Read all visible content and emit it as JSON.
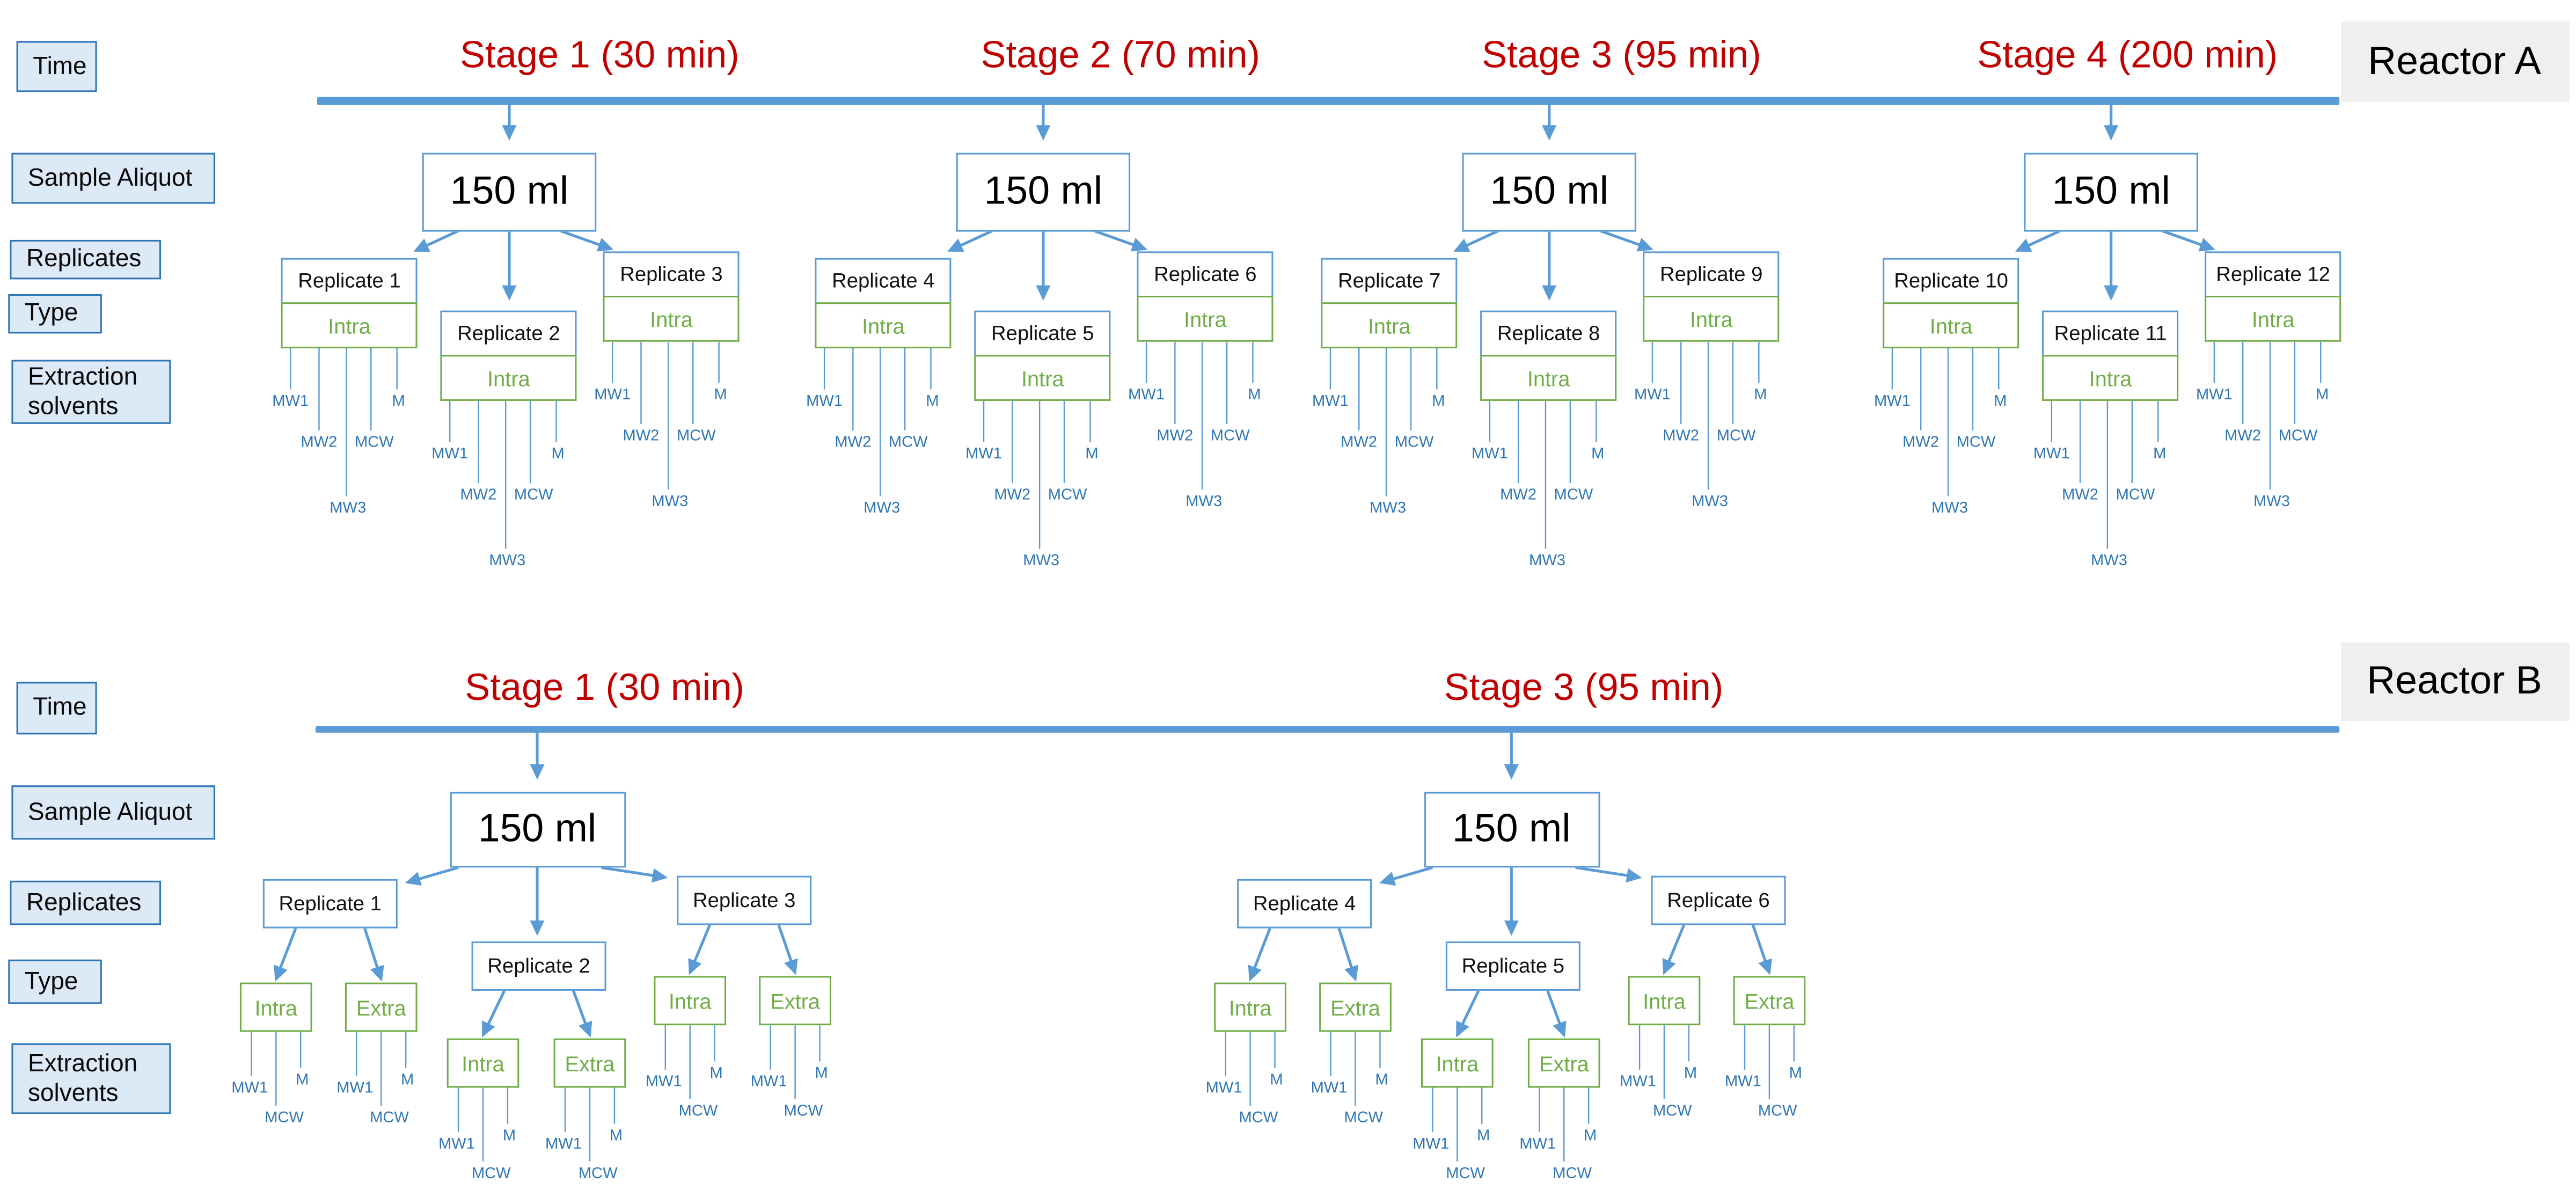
{
  "palette": {
    "accent_blue": "#5B9BD5",
    "dark_blue_border": "#2E75B6",
    "sidebar_fill": "#DCE9F7",
    "green": "#70AD47",
    "stage_red": "#C00000",
    "reactor_tag_fill": "#EFEFEF",
    "text_black": "#000000"
  },
  "sidebar_labels": [
    "Time",
    "Sample Aliquot",
    "Replicates",
    "Type",
    "Extraction solvents"
  ],
  "reactors": [
    {
      "name": "Reactor A",
      "stages": [
        {
          "title": "Stage 1 (30 min)",
          "aliquot": "150 ml",
          "replicates": [
            {
              "name": "Replicate 1",
              "types": [
                {
                  "label": "Intra",
                  "solvents": [
                    "MW1",
                    "MW2",
                    "MW3",
                    "MCW",
                    "M"
                  ]
                }
              ]
            },
            {
              "name": "Replicate 2",
              "types": [
                {
                  "label": "Intra",
                  "solvents": [
                    "MW1",
                    "MW2",
                    "MW3",
                    "MCW",
                    "M"
                  ]
                }
              ]
            },
            {
              "name": "Replicate 3",
              "types": [
                {
                  "label": "Intra",
                  "solvents": [
                    "MW1",
                    "MW2",
                    "MW3",
                    "MCW",
                    "M"
                  ]
                }
              ]
            }
          ]
        },
        {
          "title": "Stage 2 (70 min)",
          "aliquot": "150 ml",
          "replicates": [
            {
              "name": "Replicate 4",
              "types": [
                {
                  "label": "Intra",
                  "solvents": [
                    "MW1",
                    "MW2",
                    "MW3",
                    "MCW",
                    "M"
                  ]
                }
              ]
            },
            {
              "name": "Replicate 5",
              "types": [
                {
                  "label": "Intra",
                  "solvents": [
                    "MW1",
                    "MW2",
                    "MW3",
                    "MCW",
                    "M"
                  ]
                }
              ]
            },
            {
              "name": "Replicate 6",
              "types": [
                {
                  "label": "Intra",
                  "solvents": [
                    "MW1",
                    "MW2",
                    "MW3",
                    "MCW",
                    "M"
                  ]
                }
              ]
            }
          ]
        },
        {
          "title": "Stage 3 (95 min)",
          "aliquot": "150 ml",
          "replicates": [
            {
              "name": "Replicate 7",
              "types": [
                {
                  "label": "Intra",
                  "solvents": [
                    "MW1",
                    "MW2",
                    "MW3",
                    "MCW",
                    "M"
                  ]
                }
              ]
            },
            {
              "name": "Replicate 8",
              "types": [
                {
                  "label": "Intra",
                  "solvents": [
                    "MW1",
                    "MW2",
                    "MW3",
                    "MCW",
                    "M"
                  ]
                }
              ]
            },
            {
              "name": "Replicate 9",
              "types": [
                {
                  "label": "Intra",
                  "solvents": [
                    "MW1",
                    "MW2",
                    "MW3",
                    "MCW",
                    "M"
                  ]
                }
              ]
            }
          ]
        },
        {
          "title": "Stage 4 (200 min)",
          "aliquot": "150 ml",
          "replicates": [
            {
              "name": "Replicate 10",
              "types": [
                {
                  "label": "Intra",
                  "solvents": [
                    "MW1",
                    "MW2",
                    "MW3",
                    "MCW",
                    "M"
                  ]
                }
              ]
            },
            {
              "name": "Replicate 11",
              "types": [
                {
                  "label": "Intra",
                  "solvents": [
                    "MW1",
                    "MW2",
                    "MW3",
                    "MCW",
                    "M"
                  ]
                }
              ]
            },
            {
              "name": "Replicate 12",
              "types": [
                {
                  "label": "Intra",
                  "solvents": [
                    "MW1",
                    "MW2",
                    "MW3",
                    "MCW",
                    "M"
                  ]
                }
              ]
            }
          ]
        }
      ]
    },
    {
      "name": "Reactor B",
      "stages": [
        {
          "title": "Stage 1 (30 min)",
          "aliquot": "150 ml",
          "replicates": [
            {
              "name": "Replicate 1",
              "types": [
                {
                  "label": "Intra",
                  "solvents": [
                    "MW1",
                    "MCW",
                    "M"
                  ]
                },
                {
                  "label": "Extra",
                  "solvents": [
                    "MW1",
                    "MCW",
                    "M"
                  ]
                }
              ]
            },
            {
              "name": "Replicate 2",
              "types": [
                {
                  "label": "Intra",
                  "solvents": [
                    "MW1",
                    "MCW",
                    "M"
                  ]
                },
                {
                  "label": "Extra",
                  "solvents": [
                    "MW1",
                    "MCW",
                    "M"
                  ]
                }
              ]
            },
            {
              "name": "Replicate 3",
              "types": [
                {
                  "label": "Intra",
                  "solvents": [
                    "MW1",
                    "MCW",
                    "M"
                  ]
                },
                {
                  "label": "Extra",
                  "solvents": [
                    "MW1",
                    "MCW",
                    "M"
                  ]
                }
              ]
            }
          ]
        },
        {
          "title": "Stage 3 (95 min)",
          "aliquot": "150 ml",
          "replicates": [
            {
              "name": "Replicate 4",
              "types": [
                {
                  "label": "Intra",
                  "solvents": [
                    "MW1",
                    "MCW",
                    "M"
                  ]
                },
                {
                  "label": "Extra",
                  "solvents": [
                    "MW1",
                    "MCW",
                    "M"
                  ]
                }
              ]
            },
            {
              "name": "Replicate 5",
              "types": [
                {
                  "label": "Intra",
                  "solvents": [
                    "MW1",
                    "MCW",
                    "M"
                  ]
                },
                {
                  "label": "Extra",
                  "solvents": [
                    "MW1",
                    "MCW",
                    "M"
                  ]
                }
              ]
            },
            {
              "name": "Replicate 6",
              "types": [
                {
                  "label": "Intra",
                  "solvents": [
                    "MW1",
                    "MCW",
                    "M"
                  ]
                },
                {
                  "label": "Extra",
                  "solvents": [
                    "MW1",
                    "MCW",
                    "M"
                  ]
                }
              ]
            }
          ]
        }
      ]
    }
  ]
}
